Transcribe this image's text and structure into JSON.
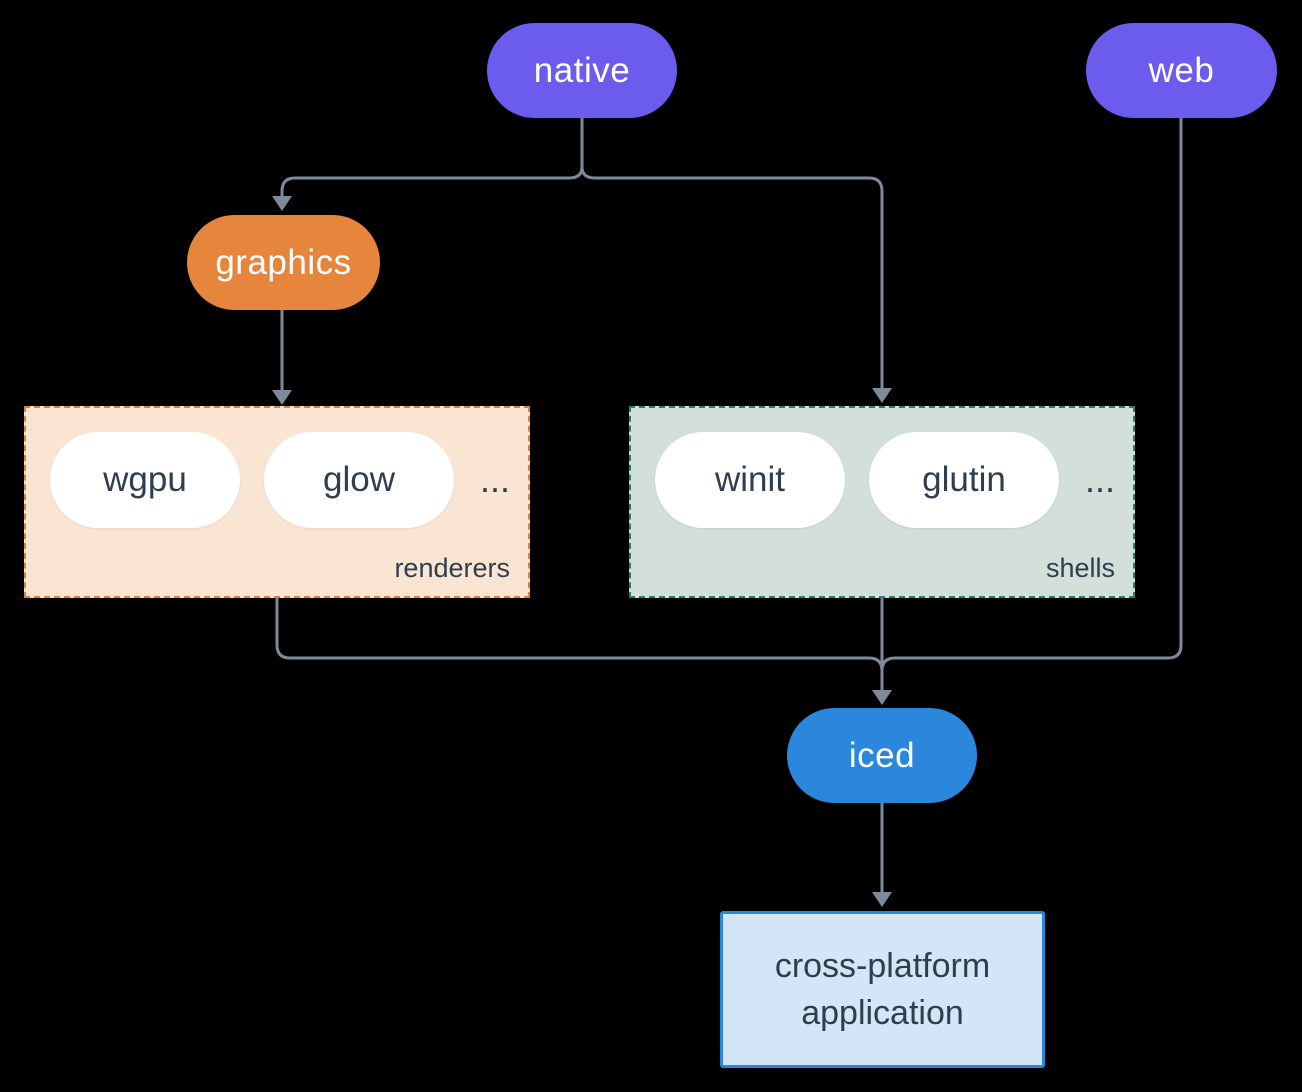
{
  "diagram": {
    "background": "#000000",
    "connector_color": "#7C8A99",
    "nodes": {
      "native": {
        "label": "native",
        "color": "#6B5CEE",
        "text_color": "#FFFFFF"
      },
      "web": {
        "label": "web",
        "color": "#6B5CEE",
        "text_color": "#FFFFFF"
      },
      "graphics": {
        "label": "graphics",
        "color": "#E6863C",
        "text_color": "#FFFFFF"
      },
      "iced": {
        "label": "iced",
        "color": "#2B87DB",
        "text_color": "#FFFFFF"
      },
      "application": {
        "line1": "cross-platform",
        "line2": "application",
        "fill": "#D4E5F7",
        "border": "#2B87DB",
        "text_color": "#2F3E4E"
      }
    },
    "groups": {
      "renderers": {
        "label": "renderers",
        "items": [
          "wgpu",
          "glow"
        ],
        "ellipsis": "...",
        "fill": "#FAE5D3",
        "border": "#DE813E",
        "item_text_color": "#2F3E4E"
      },
      "shells": {
        "label": "shells",
        "items": [
          "winit",
          "glutin"
        ],
        "ellipsis": "...",
        "fill": "#D3E0DA",
        "border": "#2E7D6C",
        "item_text_color": "#2F3E4E"
      }
    }
  }
}
